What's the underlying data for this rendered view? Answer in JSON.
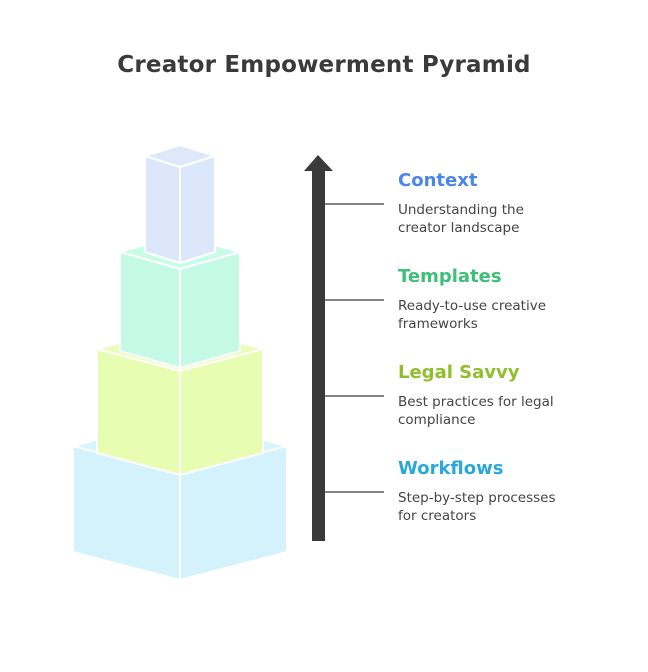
{
  "title": "Creator Empowerment Pyramid",
  "levels": [
    {
      "title": "Context",
      "description": "Understanding the creator landscape",
      "color": "#4a86e8"
    },
    {
      "title": "Templates",
      "description": "Ready-to-use creative frameworks",
      "color": "#3dbf78"
    },
    {
      "title": "Legal Savvy",
      "description": "Best practices for legal compliance",
      "color": "#8fbf2a"
    },
    {
      "title": "Workflows",
      "description": "Step-by-step processes for creators",
      "color": "#2aa8d8"
    }
  ],
  "block_colors": {
    "top": [
      "#dde8fb",
      "#c9fbe9",
      "#eafdb8",
      "#d8f4fd"
    ],
    "front": [
      "#dce7fb",
      "#c4f9e6",
      "#e7fdb1",
      "#d3f2fc"
    ]
  },
  "arrow_color": "#3a3a3a"
}
